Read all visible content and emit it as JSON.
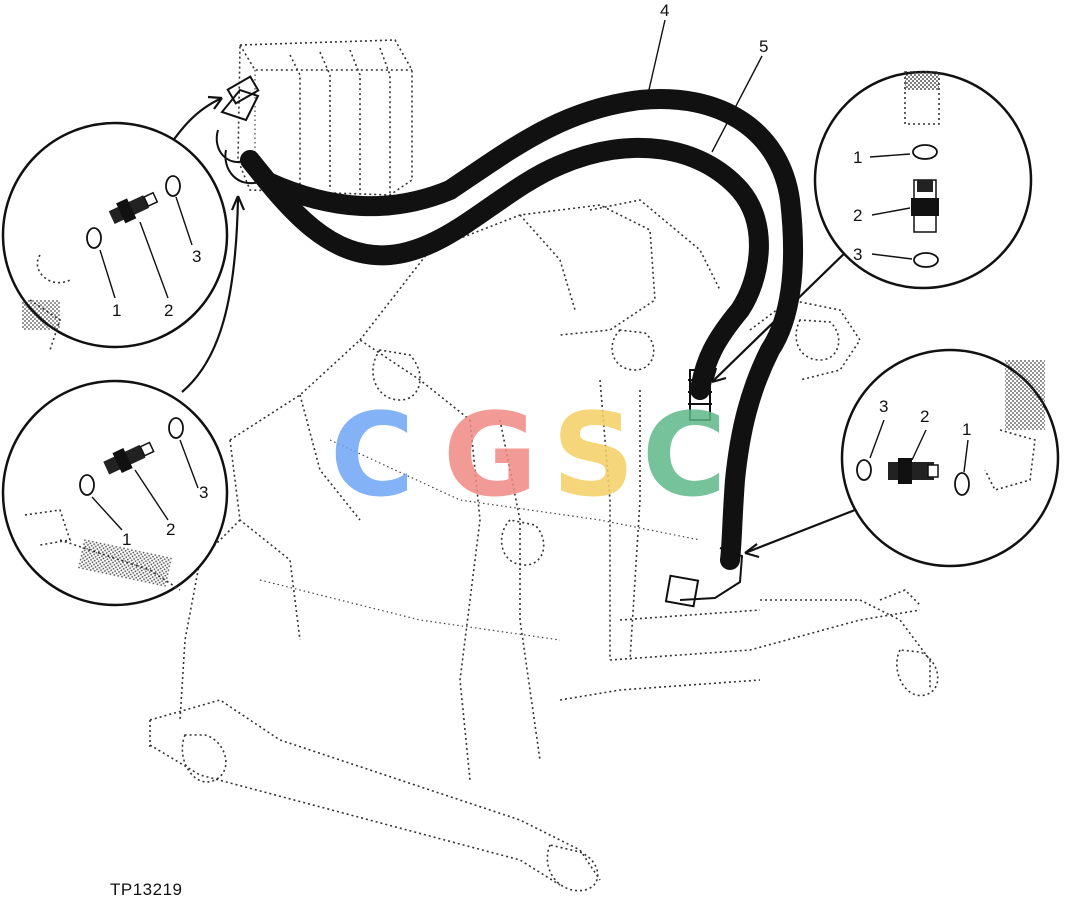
{
  "figure_id": "TP13219",
  "watermark": {
    "letters": [
      "C",
      "G",
      "S",
      "C"
    ],
    "colors": [
      "#6ea6f5",
      "#f08a84",
      "#f5d063",
      "#5fb98a"
    ]
  },
  "main_callouts": {
    "hose_4": "4",
    "hose_5": "5"
  },
  "detail_top_left": {
    "part_1": "1",
    "part_2": "2",
    "part_3": "3"
  },
  "detail_bottom_left": {
    "part_1": "1",
    "part_2": "2",
    "part_3": "3"
  },
  "detail_top_right": {
    "part_1": "1",
    "part_2": "2",
    "part_3": "3"
  },
  "detail_bottom_right": {
    "part_1": "1",
    "part_2": "2",
    "part_3": "3"
  }
}
